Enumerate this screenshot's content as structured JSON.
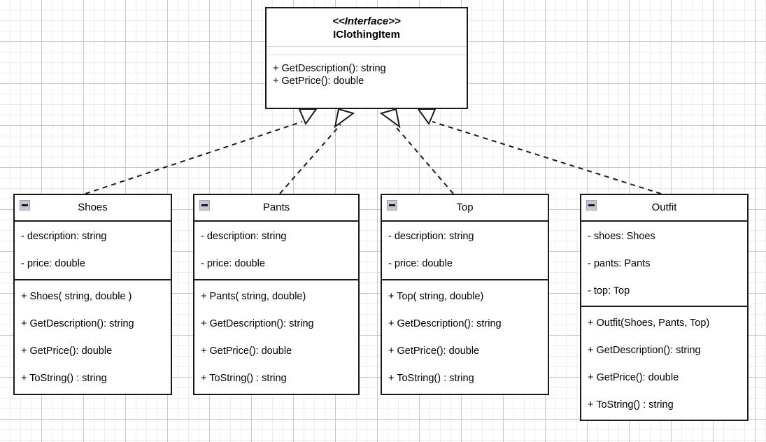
{
  "diagram": {
    "title": "IClothingItem UML class diagram",
    "type": "uml-class-diagram",
    "background": "#ffffff",
    "grid_color_minor": "#ededed",
    "grid_color_major": "#c9c9c9",
    "line_color": "#1a1a1a",
    "relationship_style": "dashed-hollow-triangle (realization)"
  },
  "interface": {
    "stereotype": "<<Interface>>",
    "name": "IClothingItem",
    "attributes": [],
    "methods": [
      "+ GetDescription(): string",
      "+ GetPrice(): double"
    ]
  },
  "classes": [
    {
      "name": "Shoes",
      "collapse_icon": "minus-icon",
      "attributes": [
        "- description: string",
        "- price: double"
      ],
      "methods": [
        "+ Shoes( string, double )",
        "+ GetDescription(): string",
        "+ GetPrice(): double",
        "+ ToString() : string"
      ]
    },
    {
      "name": "Pants",
      "collapse_icon": "minus-icon",
      "attributes": [
        "- description: string",
        "- price: double"
      ],
      "methods": [
        "+ Pants( string, double)",
        "+ GetDescription(): string",
        "+ GetPrice(): double",
        "+ ToString() : string"
      ]
    },
    {
      "name": "Top",
      "collapse_icon": "minus-icon",
      "attributes": [
        "- description: string",
        "- price: double"
      ],
      "methods": [
        "+ Top( string, double)",
        "+ GetDescription(): string",
        "+ GetPrice(): double",
        "+ ToString() : string"
      ]
    },
    {
      "name": "Outfit",
      "collapse_icon": "minus-icon",
      "attributes": [
        "- shoes: Shoes",
        "- pants: Pants",
        "- top: Top"
      ],
      "methods": [
        "+ Outfit(Shoes, Pants, Top)",
        "+ GetDescription(): string",
        "+ GetPrice(): double",
        "+ ToString() : string"
      ]
    }
  ],
  "relationships": [
    {
      "from": "Shoes",
      "to": "IClothingItem",
      "kind": "realization"
    },
    {
      "from": "Pants",
      "to": "IClothingItem",
      "kind": "realization"
    },
    {
      "from": "Top",
      "to": "IClothingItem",
      "kind": "realization"
    },
    {
      "from": "Outfit",
      "to": "IClothingItem",
      "kind": "realization"
    }
  ]
}
